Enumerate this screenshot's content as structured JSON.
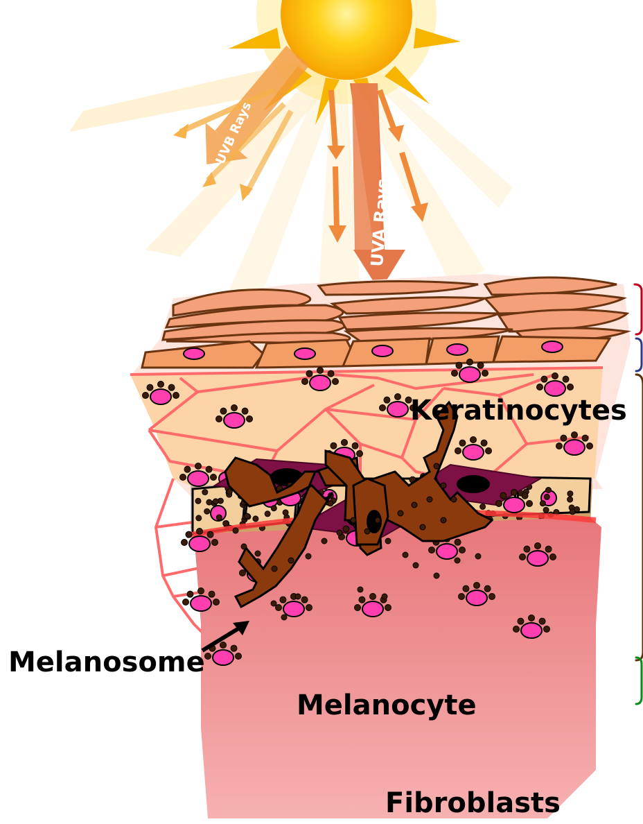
{
  "rays": {
    "uvb_label": "UVB Rays",
    "uva_label": "UVA Rays"
  },
  "labels": {
    "keratinocytes": "Keratinocytes",
    "melanosome": "Melanosome",
    "melanocyte": "Melanocyte",
    "fibroblasts": "Fibroblasts"
  },
  "colors": {
    "sun": "#ffc20e",
    "stratum_corneum": "#f4a07a",
    "keratinocyte_cell": "#fdd3a8",
    "cell_border": "#ff6b6b",
    "nucleus": "#ff3fb0",
    "melanocyte": "#8b3a0e",
    "dermis": "#e98a8a",
    "fibroblast": "#7d1044",
    "bracket_corneum": "#c0001a",
    "bracket_granulosum": "#2d3a8c",
    "bracket_spinosum": "#5a3205",
    "bracket_basale": "#0a8a18"
  }
}
